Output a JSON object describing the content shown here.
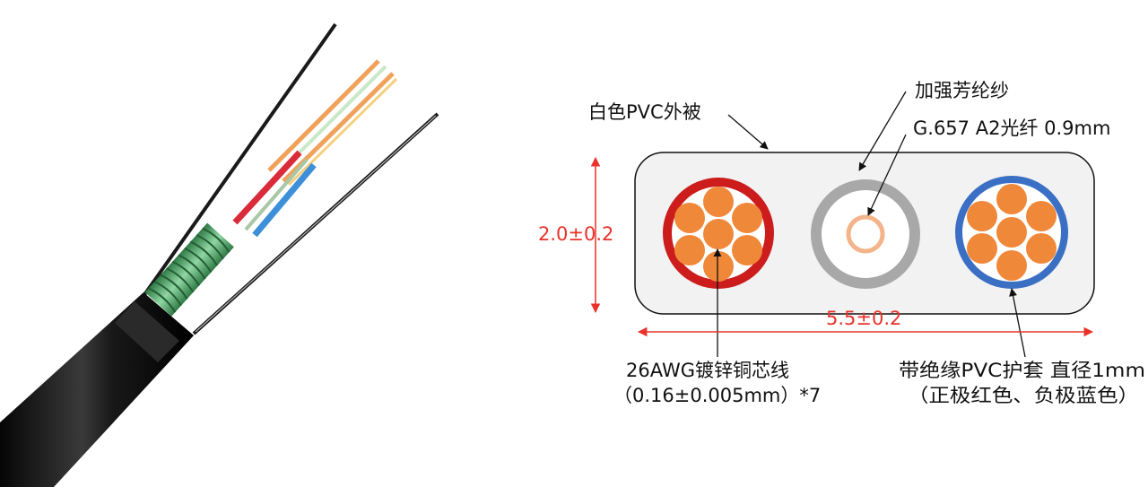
{
  "labels": {
    "outer_jacket": "白色PVC外被",
    "aramid_yarn": "加强芳纶纱",
    "fiber_spec": "G.657 A2光纤  0.9mm",
    "height_dim": "2.0±0.2",
    "width_dim": "5.5±0.2",
    "copper_conductor": "26AWG镀锌铜芯线",
    "copper_spec": "（0.16±0.005mm）*7",
    "insulated_jacket": "带绝缘PVC护套 直径1mm",
    "polarity": "（正极红色、负极蓝色）"
  },
  "colors": {
    "dimension": "#e8322b",
    "copper": "#f0883a",
    "positive_insulation": "#cc1c1c",
    "negative_insulation": "#3a6fc4",
    "fiber_ring": "#a8a8a8",
    "cable_jacket": "#111111",
    "armor": "#4a9a5e"
  }
}
